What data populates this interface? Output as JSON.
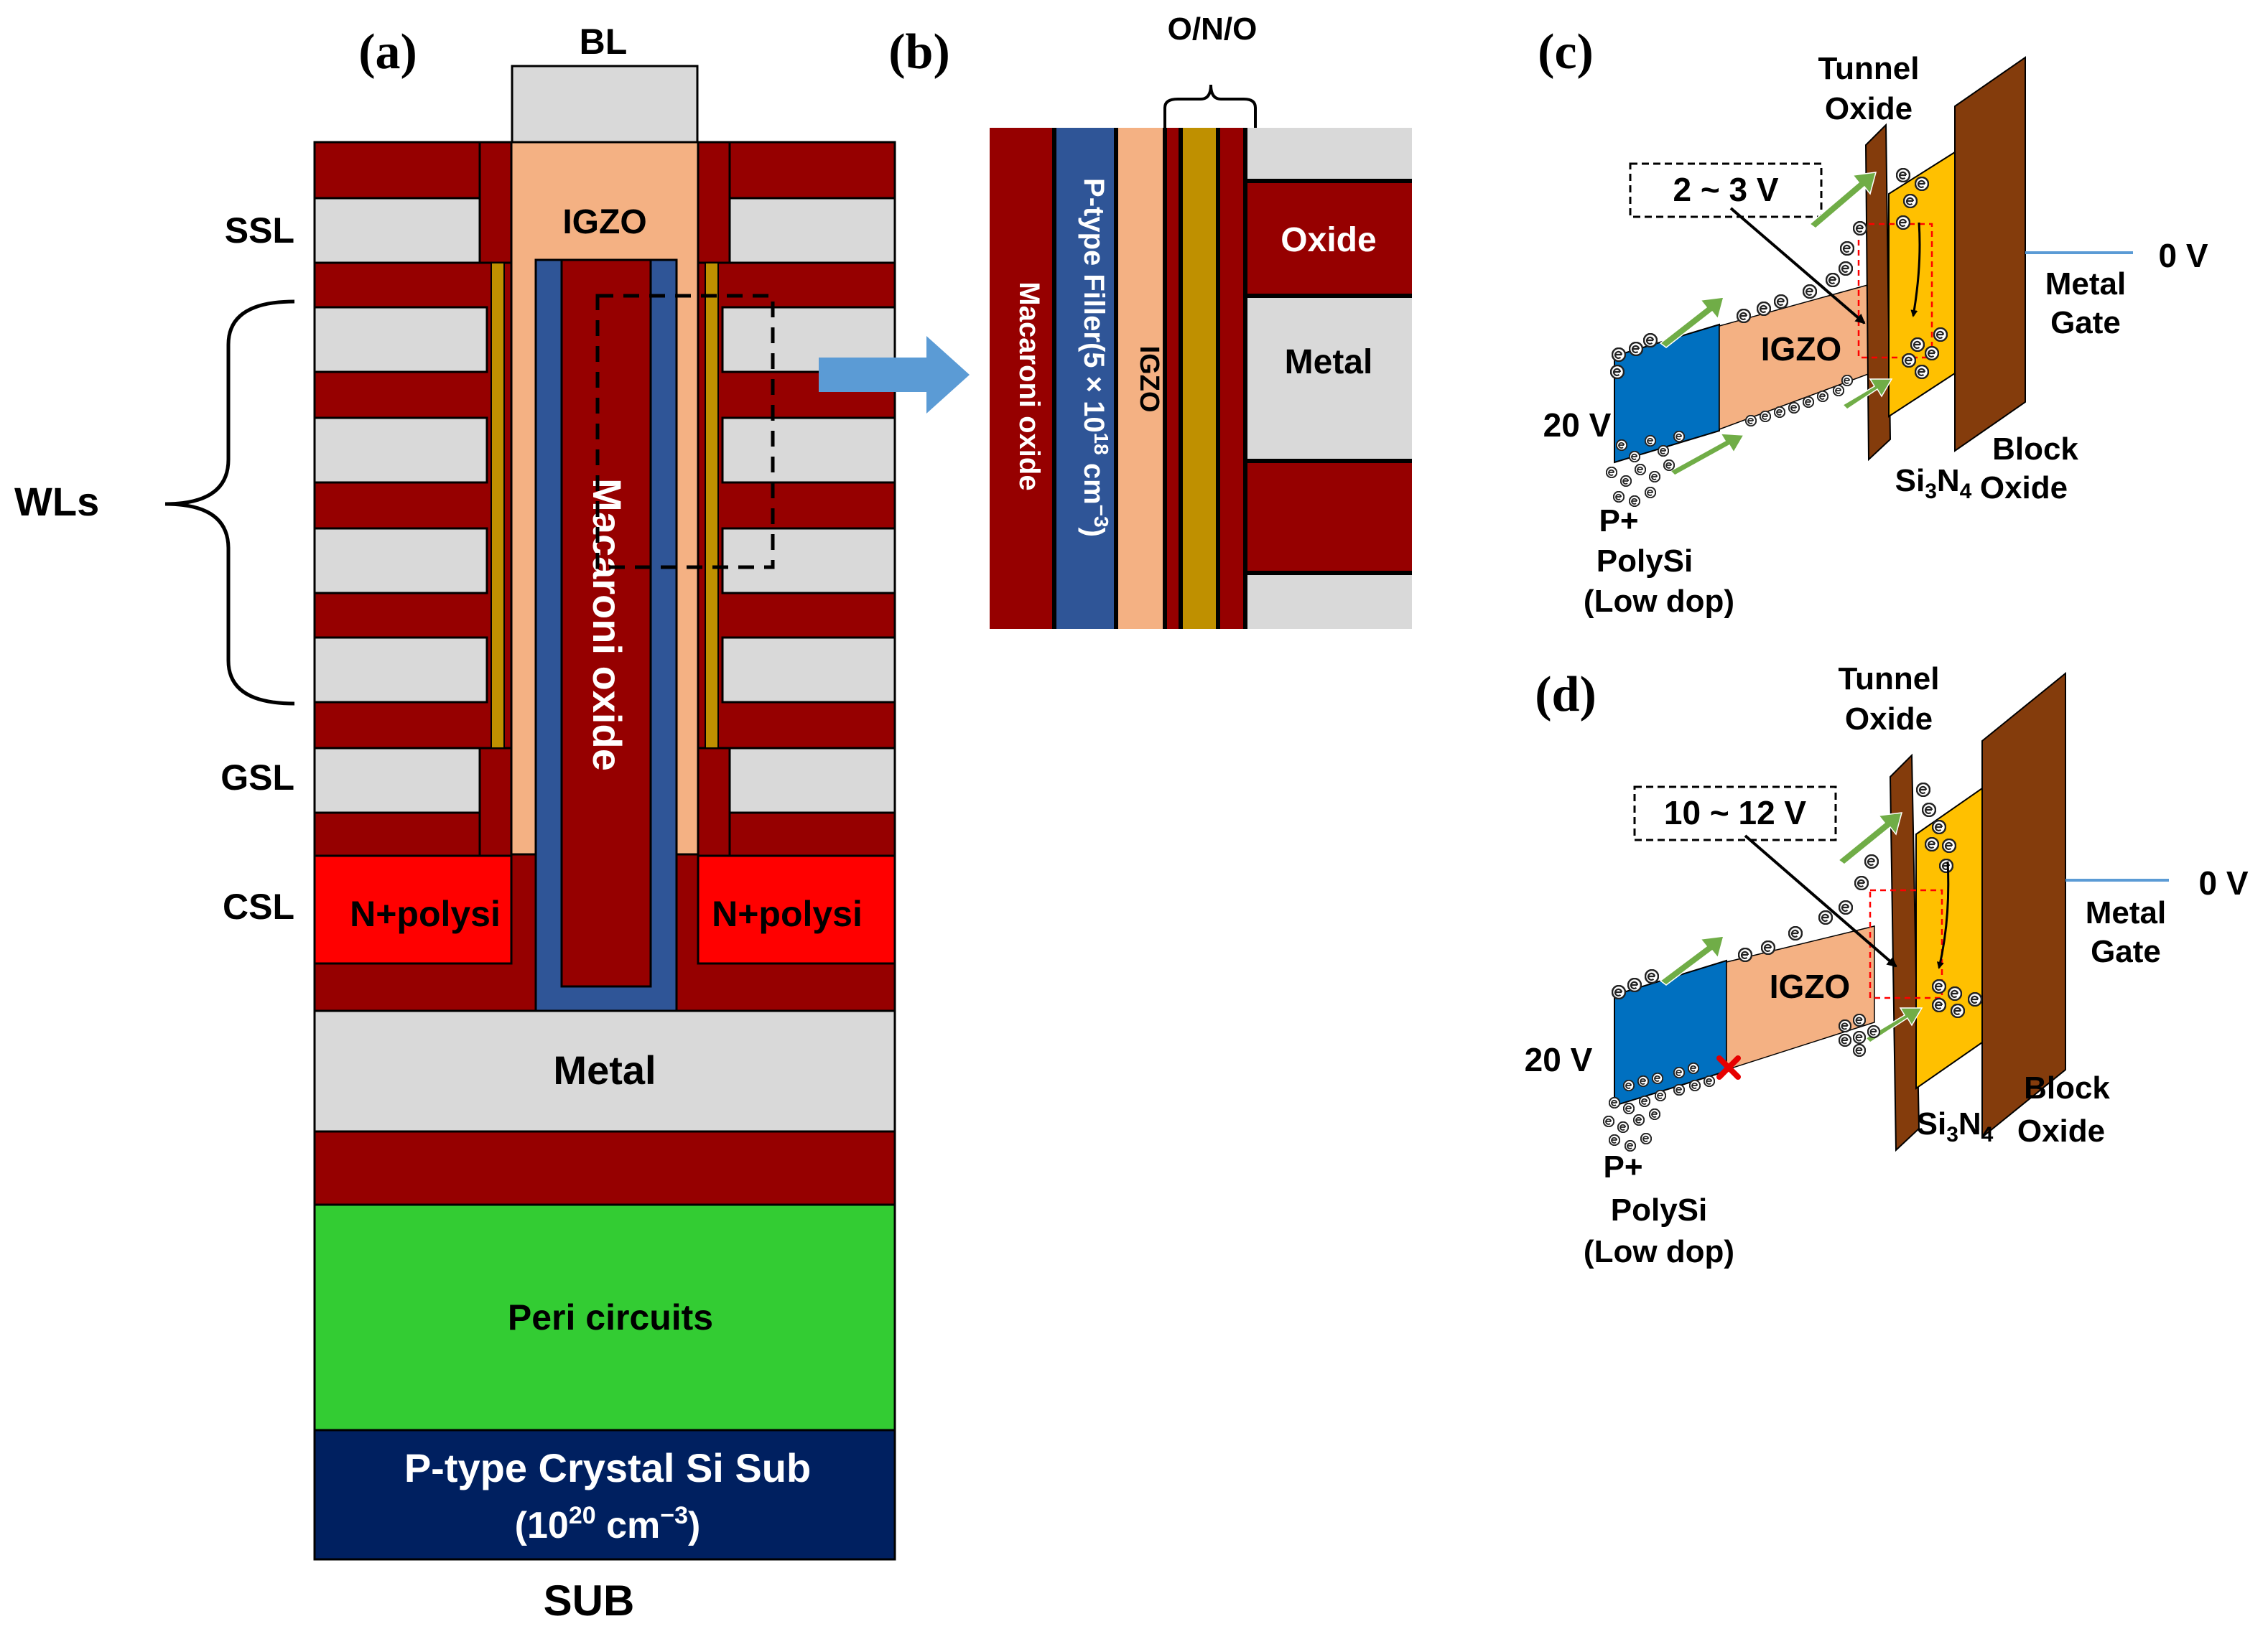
{
  "colors": {
    "oxide": "#960000",
    "metal": "#d9d9d9",
    "igzo": "#f4b183",
    "filler": "#2f5597",
    "ons_gold": "#bf9000",
    "npoly": "#ff0000",
    "peri": "#33cc33",
    "substrate": "#002060",
    "pblock": "#0070c0",
    "nitride": "#ffc000",
    "gate": "#843c0c",
    "arrow_blue": "#5b9bd5",
    "green_arrow": "#70ad47"
  },
  "panel_a": {
    "label": "(a)",
    "bl": "BL",
    "ssl": "SSL",
    "wls": "WLs",
    "gsl": "GSL",
    "csl": "CSL",
    "igzo": "IGZO",
    "macaroni": "Macaroni oxide",
    "npoly_left": "N+polysi",
    "npoly_right": "N+polysi",
    "metal": "Metal",
    "peri": "Peri circuits",
    "sub_line1": "P-type Crystal Si Sub",
    "sub_line2_base": "(10",
    "sub_line2_exp": "20",
    "sub_line2_unit": " cm",
    "sub_line2_unit_exp": "−3",
    "sub_line2_close": ")",
    "sub": "SUB"
  },
  "panel_b": {
    "label": "(b)",
    "ono": "O/N/O",
    "macaroni": "Macaroni oxide",
    "filler_a": "P-type Filler(5 × 10",
    "filler_exp": "18",
    "filler_b": " cm",
    "filler_exp2": "−3",
    "filler_c": ")",
    "igzo": "IGZO",
    "oxide": "Oxide",
    "metal": "Metal"
  },
  "panel_c": {
    "label": "(c)",
    "tunnel_1": "Tunnel",
    "tunnel_2": "Oxide",
    "voltage_box": "2 ~ 3 V",
    "zero_v": "0 V",
    "metal_1": "Metal",
    "metal_2": "Gate",
    "igzo": "IGZO",
    "twenty_v": "20 V",
    "block_1": "Block",
    "block_2": "Oxide",
    "si3n4_a": "Si",
    "si3n4_b": "3",
    "si3n4_c": "N",
    "si3n4_d": "4",
    "pplus": "P+",
    "polysi": "PolySi",
    "lowdop": "(Low dop)"
  },
  "panel_d": {
    "label": "(d)",
    "tunnel_1": "Tunnel",
    "tunnel_2": "Oxide",
    "voltage_box": "10 ~ 12 V",
    "zero_v": "0 V",
    "metal_1": "Metal",
    "metal_2": "Gate",
    "igzo": "IGZO",
    "twenty_v": "20 V",
    "block_1": "Block",
    "block_2": "Oxide",
    "si3n4_a": "Si",
    "si3n4_b": "3",
    "si3n4_c": "N",
    "si3n4_d": "4",
    "pplus": "P+",
    "polysi": "PolySi",
    "lowdop": "(Low dop)"
  }
}
